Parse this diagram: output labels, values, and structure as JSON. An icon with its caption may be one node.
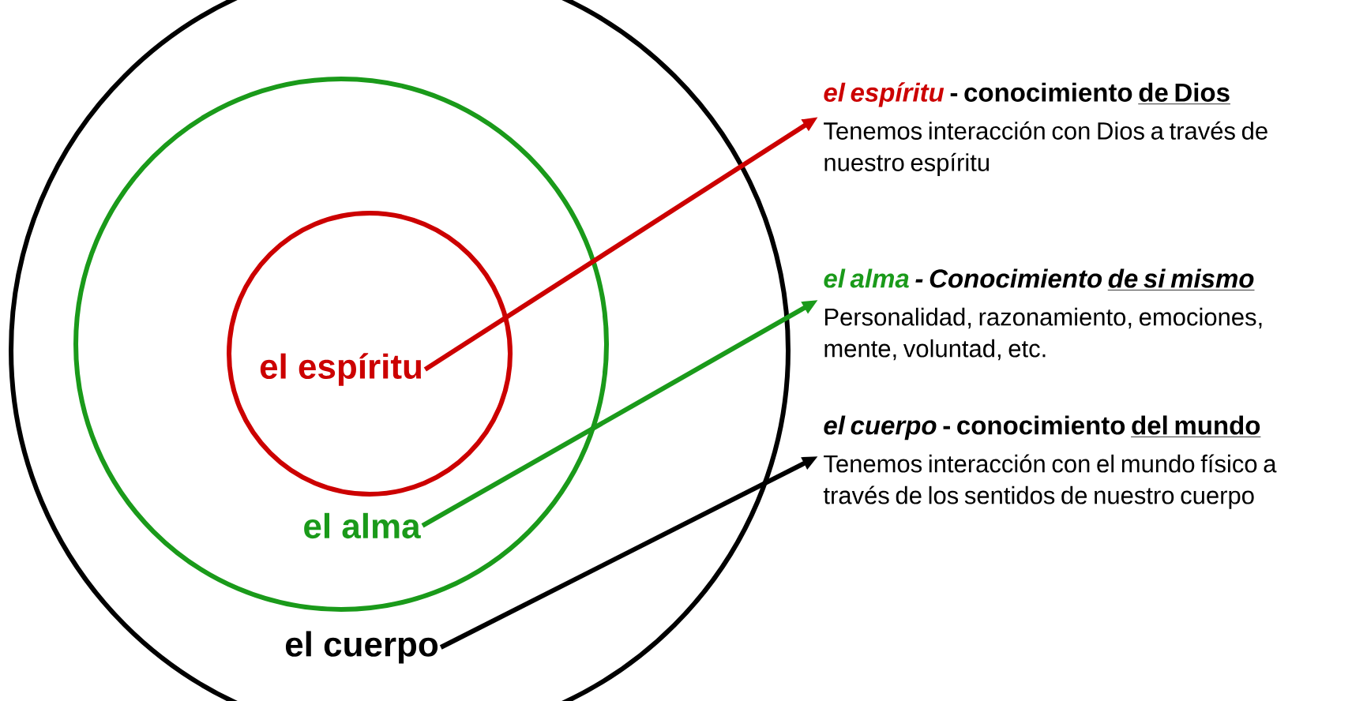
{
  "diagram": {
    "nodes": [
      {
        "text": [],
        "shape": "circle"
      },
      {
        "text": [],
        "shape": "circle",
        "in": 0
      },
      {
        "text": [],
        "shape": "circle",
        "in": 1
      },
      {
        "text": [
          "el cuerpo"
        ],
        "in": 0
      },
      {
        "text": [
          "el alma"
        ],
        "in": 1
      },
      {
        "text": [
          "el espíritu"
        ],
        "in": 2
      },
      {
        "text": [
          "el espíritu",
          "- conocimiento",
          "de Dios",
          "Tenemos interacción con Dios a través de nuestro espíritu"
        ]
      },
      {
        "text": [
          "el alma",
          "- Conocimiento",
          "de si mismo",
          "Personalidad, razonamiento, emociones, mente, voluntad, etc."
        ]
      },
      {
        "text": [
          "el cuerpo",
          "- conocimiento",
          "del mundo",
          "Tenemos interacción con el mundo físico a través de los sentidos de nuestro cuerpo"
        ]
      }
    ],
    "edges": [
      {
        "from": 5,
        "to": 6,
        "arrow": "to",
        "color": "#cc0000"
      },
      {
        "from": 4,
        "to": 7,
        "arrow": "to",
        "color": "#1a9a1a"
      },
      {
        "from": 3,
        "to": 8,
        "arrow": "to",
        "color": "#000000"
      }
    ]
  }
}
